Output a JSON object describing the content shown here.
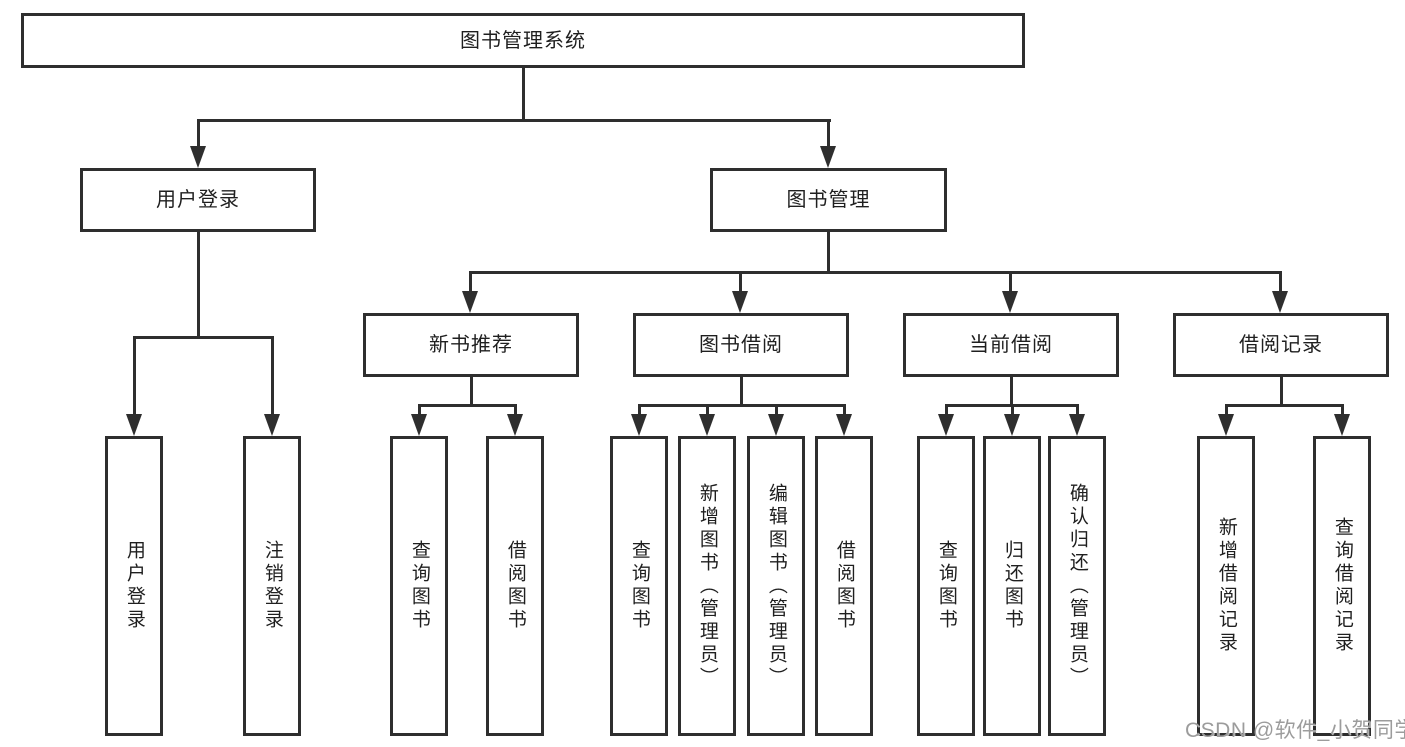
{
  "diagram": {
    "root_label": "图书管理系统",
    "branches": [
      {
        "label": "用户登录",
        "children": [
          "用户登录",
          "注销登录"
        ]
      },
      {
        "label": "图书管理",
        "children": [
          {
            "label": "新书推荐",
            "children": [
              "查询图书",
              "借阅图书"
            ]
          },
          {
            "label": "图书借阅",
            "children": [
              "查询图书",
              "新增图书（管理员）",
              "编辑图书（管理员）",
              "借阅图书"
            ]
          },
          {
            "label": "当前借阅",
            "children": [
              "查询图书",
              "归还图书",
              "确认归还（管理员）"
            ]
          },
          {
            "label": "借阅记录",
            "children": [
              "新增借阅记录",
              "查询借阅记录"
            ]
          }
        ]
      }
    ]
  },
  "watermark": "CSDN @软件_小贺同学",
  "colors": {
    "line": "#2e2e2e",
    "box_background": "#ffffff",
    "text": "#1f1f1f",
    "watermark": "#9c9c9c"
  }
}
